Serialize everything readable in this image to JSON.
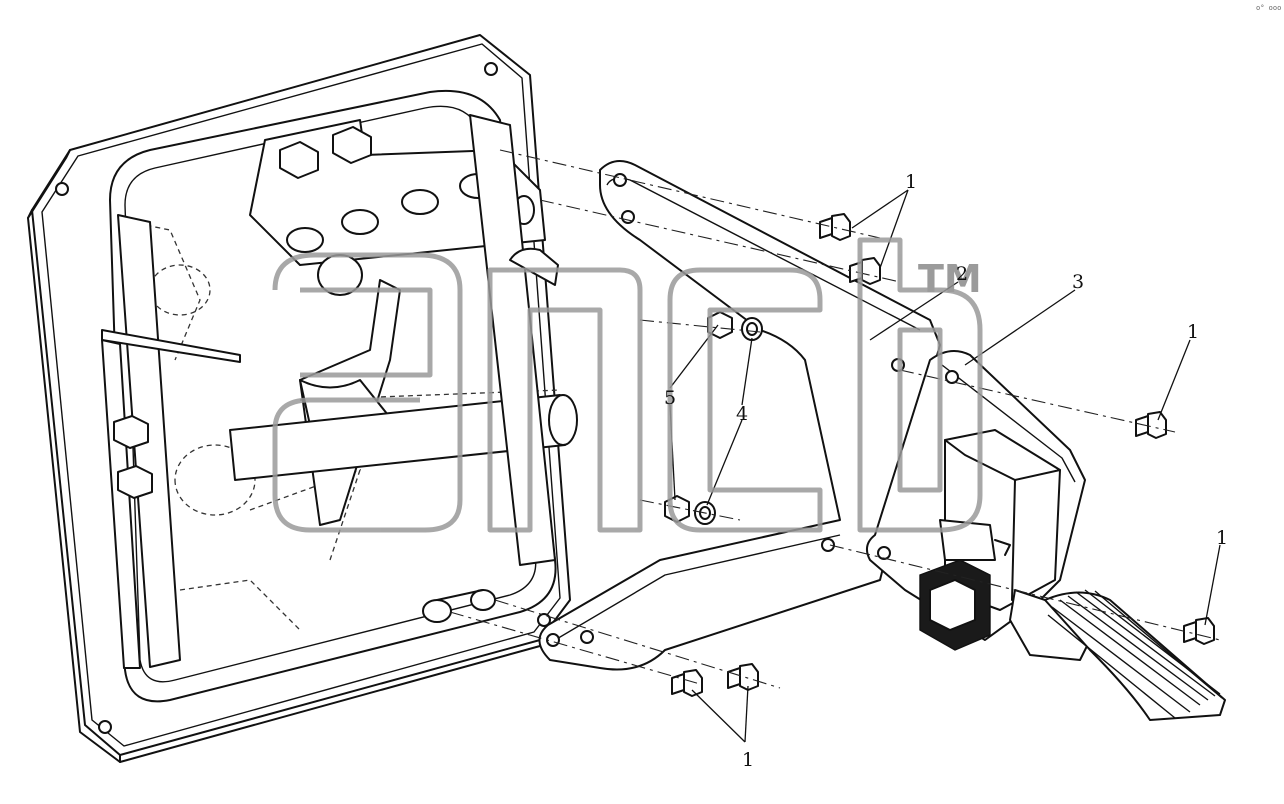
{
  "diagram": {
    "callouts": [
      {
        "id": "callout-1-top",
        "text": "1"
      },
      {
        "id": "callout-2",
        "text": "2"
      },
      {
        "id": "callout-3",
        "text": "3"
      },
      {
        "id": "callout-1-right-upper",
        "text": "1"
      },
      {
        "id": "callout-5",
        "text": "5"
      },
      {
        "id": "callout-4",
        "text": "4"
      },
      {
        "id": "callout-1-right-lower",
        "text": "1"
      },
      {
        "id": "callout-1-bottom",
        "text": "1"
      }
    ],
    "watermark": {
      "trademark": "TM"
    },
    "corner_mark": "o° ooo"
  }
}
